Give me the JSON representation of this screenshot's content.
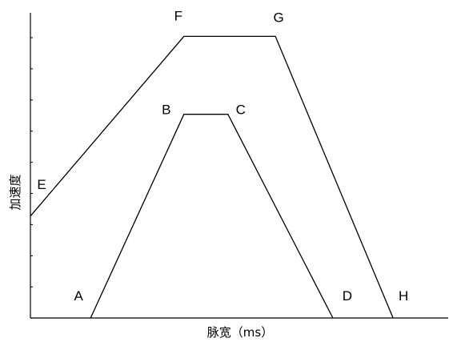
{
  "chart_data": {
    "type": "line",
    "xlabel": "脉宽（ms）",
    "ylabel": "加速度",
    "xlim": [
      0,
      10
    ],
    "ylim": [
      0,
      10
    ],
    "grid": false,
    "y_ticks_labeled": false,
    "series": [
      {
        "points": [
          {
            "label": "A",
            "x": 1.56,
            "y": 0
          },
          {
            "label": "B",
            "x": 3.98,
            "y": 6.8
          },
          {
            "label": "C",
            "x": 5.12,
            "y": 6.8
          },
          {
            "label": "D",
            "x": 7.84,
            "y": 0
          }
        ]
      },
      {
        "points": [
          {
            "label": "E",
            "x": 0,
            "y": 3.4
          },
          {
            "label": "F",
            "x": 3.98,
            "y": 9.4
          },
          {
            "label": "G",
            "x": 6.35,
            "y": 9.4
          },
          {
            "label": "H",
            "x": 9.4,
            "y": 0
          }
        ]
      }
    ]
  }
}
